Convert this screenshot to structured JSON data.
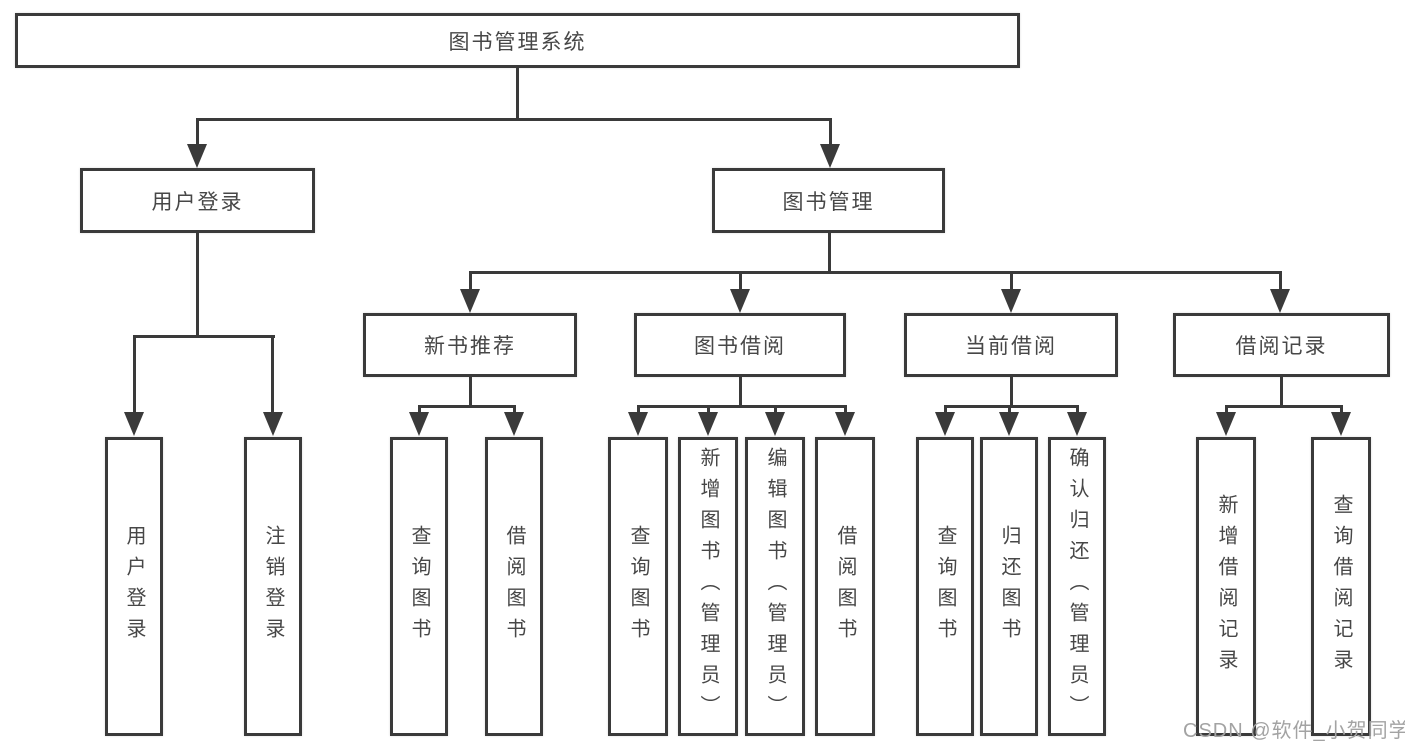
{
  "diagram": {
    "title": "图书管理系统",
    "modules": {
      "user_login": "用户登录",
      "book_management": "图书管理"
    },
    "submodules": {
      "new_book_recommend": "新书推荐",
      "book_borrow": "图书借阅",
      "current_borrow": "当前借阅",
      "borrow_record": "借阅记录"
    },
    "functions": {
      "user_login": [
        "用户登录",
        "注销登录"
      ],
      "new_book_recommend": [
        "查询图书",
        "借阅图书"
      ],
      "book_borrow": [
        "查询图书",
        "新增图书（管理员）",
        "编辑图书（管理员）",
        "借阅图书"
      ],
      "current_borrow": [
        "查询图书",
        "归还图书",
        "确认归还（管理员）"
      ],
      "borrow_record": [
        "新增借阅记录",
        "查询借阅记录"
      ]
    }
  },
  "watermark": {
    "text": "CSDN @软件_小贺同学"
  },
  "colors": {
    "line": "#3a3a3a",
    "text": "#474747",
    "watermark": "#a3a3a3",
    "background": "#ffffff"
  }
}
